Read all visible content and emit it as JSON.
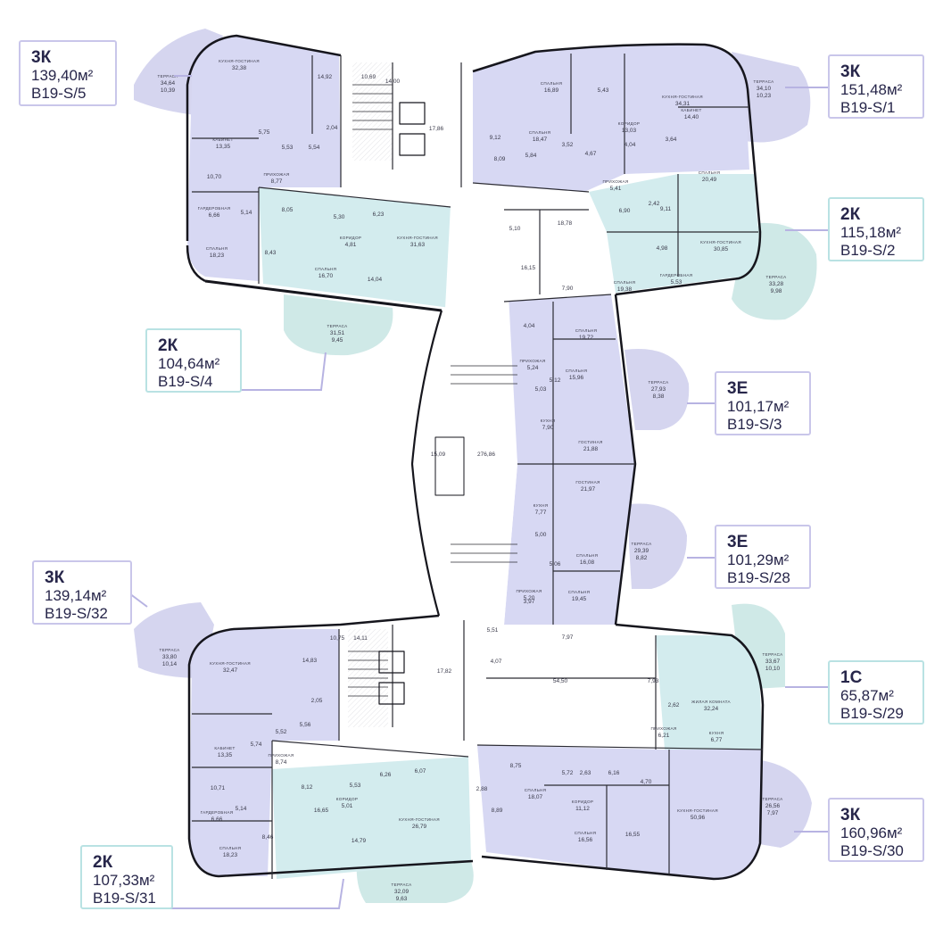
{
  "apartments": [
    {
      "id": "s5",
      "type": "3К",
      "area": "139,40м²",
      "code": "B19-S/5"
    },
    {
      "id": "s1",
      "type": "3К",
      "area": "151,48м²",
      "code": "B19-S/1"
    },
    {
      "id": "s2",
      "type": "2К",
      "area": "115,18м²",
      "code": "B19-S/2"
    },
    {
      "id": "s4",
      "type": "2К",
      "area": "104,64м²",
      "code": "B19-S/4"
    },
    {
      "id": "s3",
      "type": "3Е",
      "area": "101,17м²",
      "code": "B19-S/3"
    },
    {
      "id": "s28",
      "type": "3Е",
      "area": "101,29м²",
      "code": "B19-S/28"
    },
    {
      "id": "s32",
      "type": "3К",
      "area": "139,14м²",
      "code": "B19-S/32"
    },
    {
      "id": "s29",
      "type": "1С",
      "area": "65,87м²",
      "code": "B19-S/29"
    },
    {
      "id": "s30",
      "type": "3К",
      "area": "160,96м²",
      "code": "B19-S/30"
    },
    {
      "id": "s31",
      "type": "2К",
      "area": "107,33м²",
      "code": "B19-S/31"
    }
  ],
  "colors": {
    "lavender": "#d7d8f3",
    "mint": "#d3ecee",
    "terrace_lav": "#d5d5ef",
    "terrace_mint": "#cfe9e7",
    "wall": "#16161d",
    "card_border_lav": "#c9c6ea",
    "card_border_mint": "#b9e2e3",
    "leader": "#b7b3e2"
  },
  "rooms": [
    {
      "apt": "s5",
      "name": "ТЕРРАСА",
      "area": "34,64",
      "area2": "10,39"
    },
    {
      "apt": "s5",
      "name": "КУХНЯ-ГОСТИНАЯ",
      "area": "32,38"
    },
    {
      "apt": "s5",
      "name": "КАБИНЕТ",
      "area": "13,35"
    },
    {
      "apt": "s5",
      "name": "",
      "area": "5,75"
    },
    {
      "apt": "s5",
      "name": "",
      "area": "14,92"
    },
    {
      "apt": "s5",
      "name": "",
      "area": "5,53"
    },
    {
      "apt": "s5",
      "name": "",
      "area": "5,54"
    },
    {
      "apt": "s5",
      "name": "",
      "area": "2,04"
    },
    {
      "apt": "s5",
      "name": "ПРИХОЖАЯ",
      "area": "8,77"
    },
    {
      "apt": "s5",
      "name": "",
      "area": "10,70"
    },
    {
      "apt": "s5",
      "name": "ГАРДЕРОБНАЯ",
      "area": "6,66"
    },
    {
      "apt": "s5",
      "name": "",
      "area": "5,14"
    },
    {
      "apt": "s5",
      "name": "СПАЛЬНЯ",
      "area": "18,23"
    },
    {
      "apt": "core",
      "name": "",
      "area": "10,69"
    },
    {
      "apt": "core",
      "name": "",
      "area": "14,00"
    },
    {
      "apt": "core",
      "name": "",
      "area": "17,86"
    },
    {
      "apt": "s1",
      "name": "СПАЛЬНЯ",
      "area": "16,89"
    },
    {
      "apt": "s1",
      "name": "",
      "area": "5,43"
    },
    {
      "apt": "s1",
      "name": "КУХНЯ-ГОСТИНАЯ",
      "area": "34,31"
    },
    {
      "apt": "s1",
      "name": "ТЕРРАСА",
      "area": "34,10",
      "area2": "10,23"
    },
    {
      "apt": "s1",
      "name": "СПАЛЬНЯ",
      "area": "18,47"
    },
    {
      "apt": "s1",
      "name": "КОРИДОР",
      "area": "13,03"
    },
    {
      "apt": "s1",
      "name": "КАБИНЕТ",
      "area": "14,40"
    },
    {
      "apt": "s1",
      "name": "",
      "area": "9,12"
    },
    {
      "apt": "s1",
      "name": "",
      "area": "8,09"
    },
    {
      "apt": "s1",
      "name": "",
      "area": "5,84"
    },
    {
      "apt": "s1",
      "name": "",
      "area": "3,52"
    },
    {
      "apt": "s1",
      "name": "",
      "area": "4,67"
    },
    {
      "apt": "s1",
      "name": "",
      "area": "4,04"
    },
    {
      "apt": "s1",
      "name": "",
      "area": "3,64"
    },
    {
      "apt": "s2",
      "name": "ПРИХОЖАЯ",
      "area": "5,41"
    },
    {
      "apt": "s2",
      "name": "СПАЛЬНЯ",
      "area": "20,49"
    },
    {
      "apt": "s2",
      "name": "",
      "area": "6,90"
    },
    {
      "apt": "s2",
      "name": "",
      "area": "2,42"
    },
    {
      "apt": "s2",
      "name": "",
      "area": "9,11"
    },
    {
      "apt": "s2",
      "name": "КУХНЯ-ГОСТИНАЯ",
      "area": "30,85"
    },
    {
      "apt": "s2",
      "name": "",
      "area": "4,98"
    },
    {
      "apt": "s2",
      "name": "СПАЛЬНЯ",
      "area": "19,38"
    },
    {
      "apt": "s2",
      "name": "ГАРДЕРОБНАЯ",
      "area": "5,53"
    },
    {
      "apt": "s2",
      "name": "ТЕРРАСА",
      "area": "33,28",
      "area2": "9,98"
    },
    {
      "apt": "s4",
      "name": "",
      "area": "8,05"
    },
    {
      "apt": "s4",
      "name": "",
      "area": "5,30"
    },
    {
      "apt": "s4",
      "name": "",
      "area": "6,23"
    },
    {
      "apt": "s4",
      "name": "КОРИДОР",
      "area": "4,81"
    },
    {
      "apt": "s4",
      "name": "КУХНЯ-ГОСТИНАЯ",
      "area": "31,63"
    },
    {
      "apt": "s4",
      "name": "",
      "area": "8,43"
    },
    {
      "apt": "s4",
      "name": "СПАЛЬНЯ",
      "area": "16,70"
    },
    {
      "apt": "s4",
      "name": "",
      "area": "14,04"
    },
    {
      "apt": "s4",
      "name": "ТЕРРАСА",
      "area": "31,51",
      "area2": "9,45"
    },
    {
      "apt": "core",
      "name": "",
      "area": "5,10"
    },
    {
      "apt": "core",
      "name": "",
      "area": "18,78"
    },
    {
      "apt": "core",
      "name": "",
      "area": "16,15"
    },
    {
      "apt": "core",
      "name": "",
      "area": "7,90"
    },
    {
      "apt": "core",
      "name": "",
      "area": "15,09"
    },
    {
      "apt": "core",
      "name": "",
      "area": "276,86"
    },
    {
      "apt": "s3",
      "name": "",
      "area": "4,04"
    },
    {
      "apt": "s3",
      "name": "СПАЛЬНЯ",
      "area": "19,72"
    },
    {
      "apt": "s3",
      "name": "ПРИХОЖАЯ",
      "area": "5,24"
    },
    {
      "apt": "s3",
      "name": "СПАЛЬНЯ",
      "area": "15,96"
    },
    {
      "apt": "s3",
      "name": "",
      "area": "5,12"
    },
    {
      "apt": "s3",
      "name": "",
      "area": "5,03"
    },
    {
      "apt": "s3",
      "name": "ТЕРРАСА",
      "area": "27,93",
      "area2": "8,38"
    },
    {
      "apt": "s3",
      "name": "КУХНЯ",
      "area": "7,90"
    },
    {
      "apt": "s3",
      "name": "ГОСТИНАЯ",
      "area": "21,88"
    },
    {
      "apt": "s28",
      "name": "ГОСТИНАЯ",
      "area": "21,97"
    },
    {
      "apt": "s28",
      "name": "КУХНЯ",
      "area": "7,77"
    },
    {
      "apt": "s28",
      "name": "",
      "area": "5,00"
    },
    {
      "apt": "s28",
      "name": "СПАЛЬНЯ",
      "area": "16,08"
    },
    {
      "apt": "s28",
      "name": "ТЕРРАСА",
      "area": "29,39",
      "area2": "8,82"
    },
    {
      "apt": "s28",
      "name": "",
      "area": "5,06"
    },
    {
      "apt": "s28",
      "name": "ПРИХОЖАЯ",
      "area": "5,20"
    },
    {
      "apt": "s28",
      "name": "СПАЛЬНЯ",
      "area": "19,45"
    },
    {
      "apt": "s28",
      "name": "",
      "area": "3,97"
    },
    {
      "apt": "s32",
      "name": "ТЕРРАСА",
      "area": "33,80",
      "area2": "10,14"
    },
    {
      "apt": "s32",
      "name": "КУХНЯ-ГОСТИНАЯ",
      "area": "32,47"
    },
    {
      "apt": "s32",
      "name": "",
      "area": "14,83"
    },
    {
      "apt": "core",
      "name": "",
      "area": "10,75"
    },
    {
      "apt": "core",
      "name": "",
      "area": "14,11"
    },
    {
      "apt": "core",
      "name": "",
      "area": "17,82"
    },
    {
      "apt": "s32",
      "name": "",
      "area": "2,05"
    },
    {
      "apt": "s32",
      "name": "КАБИНЕТ",
      "area": "13,35"
    },
    {
      "apt": "s32",
      "name": "",
      "area": "5,74"
    },
    {
      "apt": "s32",
      "name": "",
      "area": "5,52"
    },
    {
      "apt": "s32",
      "name": "",
      "area": "5,56"
    },
    {
      "apt": "s32",
      "name": "ПРИХОЖАЯ",
      "area": "8,74"
    },
    {
      "apt": "s32",
      "name": "",
      "area": "10,71"
    },
    {
      "apt": "s32",
      "name": "ГАРДЕРОБНАЯ",
      "area": "6,66"
    },
    {
      "apt": "s32",
      "name": "",
      "area": "5,14"
    },
    {
      "apt": "s32",
      "name": "СПАЛЬНЯ",
      "area": "18,23"
    },
    {
      "apt": "core",
      "name": "",
      "area": "5,51"
    },
    {
      "apt": "core",
      "name": "",
      "area": "7,97"
    },
    {
      "apt": "core",
      "name": "",
      "area": "4,07"
    },
    {
      "apt": "core",
      "name": "",
      "area": "54,50"
    },
    {
      "apt": "s29",
      "name": "ТЕРРАСА",
      "area": "33,67",
      "area2": "10,10"
    },
    {
      "apt": "s29",
      "name": "",
      "area": "7,93"
    },
    {
      "apt": "s29",
      "name": "ЖИЛАЯ КОМНАТА",
      "area": "32,24"
    },
    {
      "apt": "s29",
      "name": "",
      "area": "2,62"
    },
    {
      "apt": "s29",
      "name": "ПРИХОЖАЯ",
      "area": "6,21"
    },
    {
      "apt": "s29",
      "name": "КУХНЯ",
      "area": "6,77"
    },
    {
      "apt": "s31",
      "name": "",
      "area": "8,12"
    },
    {
      "apt": "s31",
      "name": "",
      "area": "5,53"
    },
    {
      "apt": "s31",
      "name": "",
      "area": "6,26"
    },
    {
      "apt": "s31",
      "name": "",
      "area": "6,07"
    },
    {
      "apt": "s31",
      "name": "КОРИДОР",
      "area": "5,01"
    },
    {
      "apt": "s31",
      "name": "",
      "area": "16,65"
    },
    {
      "apt": "s31",
      "name": "КУХНЯ-ГОСТИНАЯ",
      "area": "26,79"
    },
    {
      "apt": "s31",
      "name": "",
      "area": "8,46"
    },
    {
      "apt": "s31",
      "name": "",
      "area": "14,79"
    },
    {
      "apt": "s31",
      "name": "ТЕРРАСА",
      "area": "32,09",
      "area2": "9,63"
    },
    {
      "apt": "s30",
      "name": "",
      "area": "8,75"
    },
    {
      "apt": "s30",
      "name": "",
      "area": "5,72"
    },
    {
      "apt": "s30",
      "name": "",
      "area": "2,63"
    },
    {
      "apt": "s30",
      "name": "",
      "area": "6,16"
    },
    {
      "apt": "s30",
      "name": "",
      "area": "4,70"
    },
    {
      "apt": "s30",
      "name": "СПАЛЬНЯ",
      "area": "18,07"
    },
    {
      "apt": "s30",
      "name": "КОРИДОР",
      "area": "11,12"
    },
    {
      "apt": "s30",
      "name": "",
      "area": "2,88"
    },
    {
      "apt": "s30",
      "name": "",
      "area": "8,89"
    },
    {
      "apt": "s30",
      "name": "КУХНЯ-ГОСТИНАЯ",
      "area": "50,96"
    },
    {
      "apt": "s30",
      "name": "ТЕРРАСА",
      "area": "26,56",
      "area2": "7,97"
    },
    {
      "apt": "s30",
      "name": "СПАЛЬНЯ",
      "area": "16,56"
    },
    {
      "apt": "s30",
      "name": "",
      "area": "16,55"
    }
  ]
}
